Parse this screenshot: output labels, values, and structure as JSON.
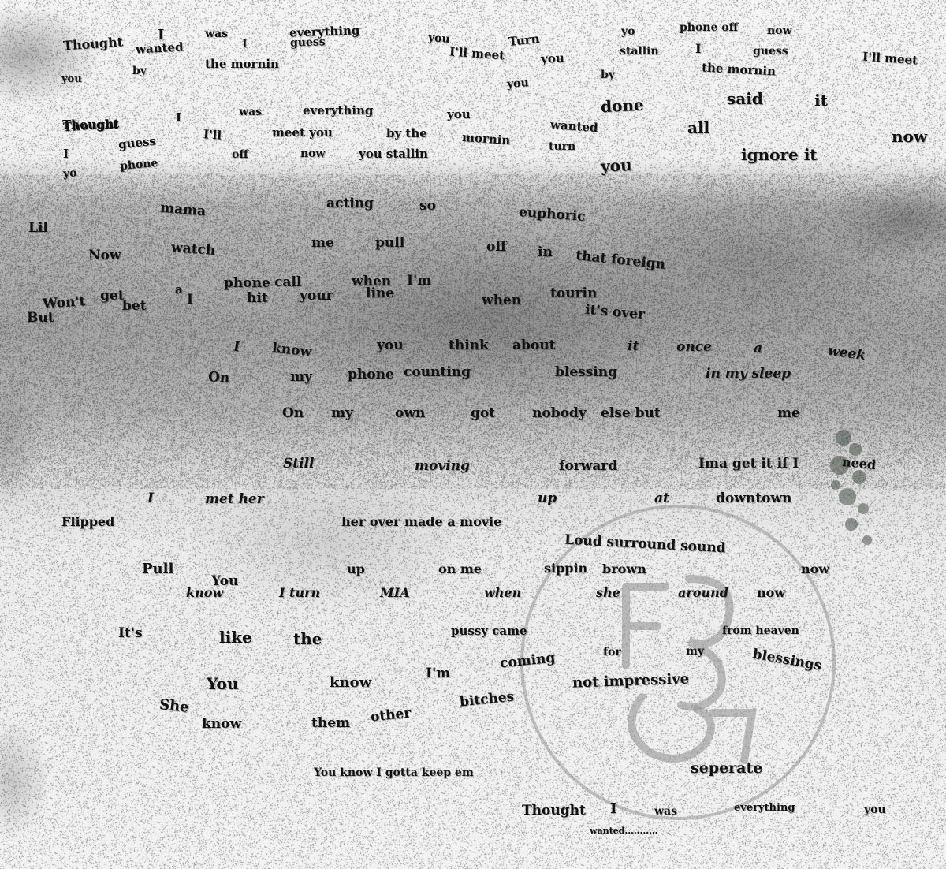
{
  "words": [
    "Thought",
    "I",
    "was",
    "everything",
    "wanted",
    "I",
    "guess",
    "you",
    "I'll meet",
    "Turn",
    "yo",
    "phone off",
    "now",
    "you",
    "stallin",
    "I",
    "guess",
    "I'll meet",
    "you",
    "by",
    "the mornin",
    "you",
    "by",
    "the mornin",
    "Thought",
    "I",
    "was",
    "everything",
    "you",
    "done",
    "said",
    "it",
    "Thought",
    "I",
    "guess",
    "I'll",
    "meet you",
    "by the",
    "mornin",
    "wanted",
    "turn",
    "all",
    "now",
    "yo",
    "phone",
    "off",
    "now",
    "you stallin",
    "you",
    "ignore it",
    "Lil",
    "mama",
    "acting",
    "so",
    "euphoric",
    "Now",
    "watch",
    "me",
    "pull",
    "off",
    "in",
    "that foreign",
    "Won't",
    "get",
    "a",
    "phone",
    "call",
    "when",
    "I'm",
    "tourin",
    "But",
    "bet",
    "I",
    "hit",
    "your",
    "line",
    "when",
    "it's over",
    "I",
    "know",
    "you",
    "think",
    "about",
    "it",
    "once",
    "a",
    "week",
    "On",
    "my",
    "phone",
    "counting",
    "blessing",
    "in my sleep",
    "On",
    "my",
    "own",
    "got",
    "nobody",
    "else but",
    "me",
    "Still",
    "moving",
    "forward",
    "Ima get it if I",
    "need",
    "I",
    "met her",
    "up",
    "at",
    "downtown",
    "Flipped",
    "her over made a movie",
    "Loud surround sound",
    "Pull",
    "You",
    "up",
    "on me",
    "sippin",
    "brown",
    "now",
    "know",
    "I turn",
    "MIA",
    "when",
    "she",
    "around",
    "now",
    "It's",
    "like",
    "the",
    "pussy came",
    "from heaven",
    "for",
    "my",
    "blessings",
    "coming",
    "I'm",
    "You",
    "know",
    "not impressive",
    "She",
    "know",
    "them",
    "other",
    "bitches",
    "You know I gotta keep em",
    "seperate",
    "Thought",
    "I",
    "was",
    "everything",
    "you",
    "wanted..........."
  ],
  "ink_color": "#111111"
}
